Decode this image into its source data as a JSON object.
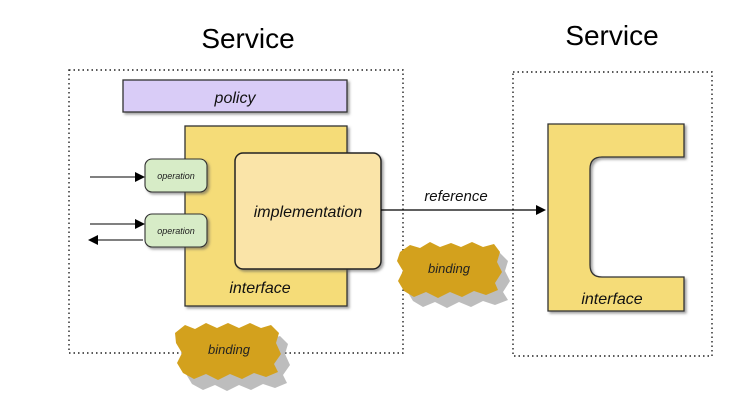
{
  "services": [
    {
      "title": "Service"
    },
    {
      "title": "Service"
    }
  ],
  "policy": {
    "label": "policy"
  },
  "component": {
    "interface_label": "interface",
    "implementation_label": "implementation"
  },
  "operations": [
    {
      "label": "operation",
      "direction": "in"
    },
    {
      "label": "operation",
      "direction": "in-out"
    }
  ],
  "reference": {
    "label": "reference"
  },
  "bindings": [
    {
      "label": "binding"
    },
    {
      "label": "binding"
    }
  ],
  "target": {
    "interface_label": "interface"
  },
  "colors": {
    "policy_fill": "#d9ccf7",
    "interface_fill": "#f5dc78",
    "implementation_fill": "#fae4a8",
    "operation_fill": "#d7ecc7",
    "binding_fill": "#d3a11d",
    "binding_shadow": "#bdbdbd"
  }
}
